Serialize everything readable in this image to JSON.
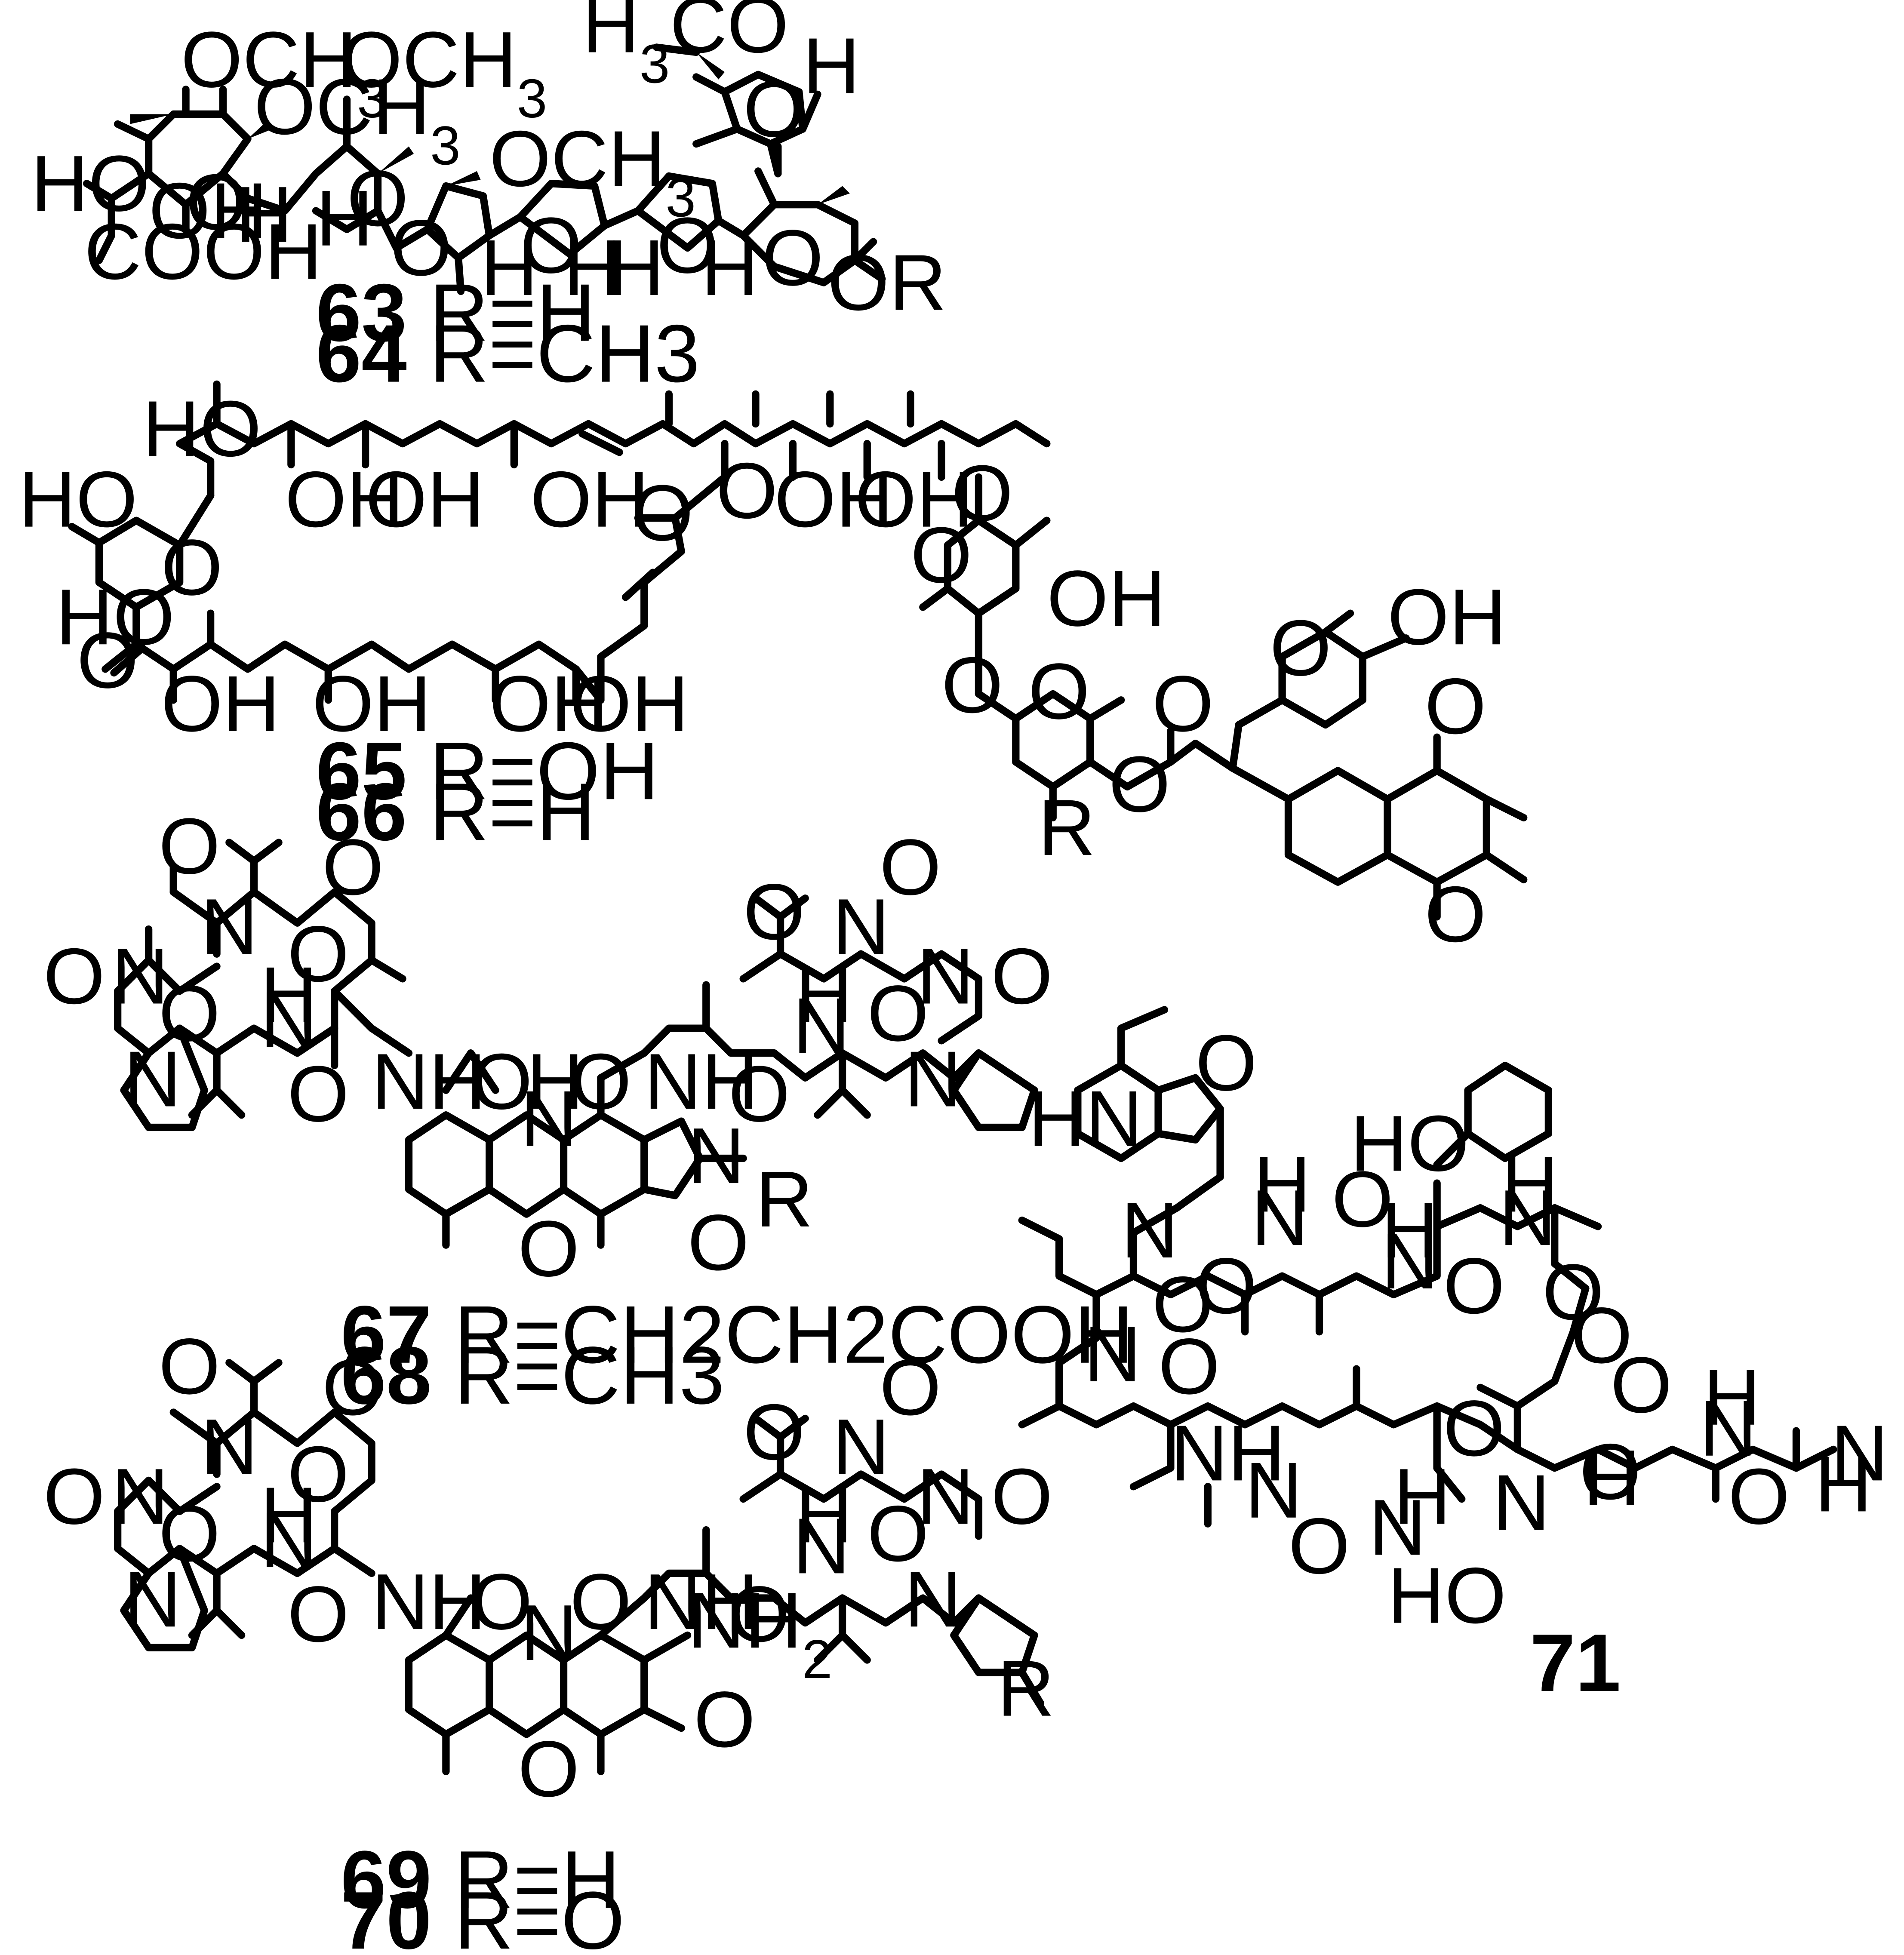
{
  "compounds": {
    "c63_64": {
      "captions": [
        {
          "num": "63",
          "text": " R=H"
        },
        {
          "num": "64",
          "text": " R=CH3"
        }
      ],
      "labels": [
        "H3CO",
        "OCH3",
        "OCH3",
        "OCH3",
        "OCH3",
        "HO",
        "OH",
        "O",
        "COOH",
        "H",
        "H",
        "O",
        "O",
        "O",
        "O",
        "O",
        "H",
        "H",
        "H",
        "H",
        "H",
        "O",
        "OR"
      ]
    },
    "c65_66": {
      "captions": [
        {
          "num": "65",
          "text": " R=OH"
        },
        {
          "num": "66",
          "text": " R=H"
        }
      ],
      "labels": [
        "HO",
        "OH",
        "OH",
        "OH",
        "HO",
        "OH",
        "O",
        "O",
        "O",
        "OH",
        "OH",
        "HO",
        "O",
        "OH",
        "OH",
        "OH",
        "OH",
        "O",
        "O",
        "OH",
        "O",
        "O",
        "O",
        "O",
        "OH",
        "R",
        "O",
        "O"
      ]
    },
    "c67_68": {
      "captions": [
        {
          "num": "67",
          "text": " R=CH2CH2COOH"
        },
        {
          "num": "68",
          "text": " R=CH3"
        }
      ],
      "labels": [
        "O",
        "O",
        "N",
        "O",
        "N",
        "O",
        "O",
        "N",
        "N",
        "H",
        "O",
        "NH",
        "O",
        "H",
        "N",
        "O",
        "NH",
        "N",
        "R",
        "O",
        "O",
        "O",
        "N",
        "O",
        "N",
        "O",
        "N",
        "H",
        "O",
        "O",
        "N"
      ]
    },
    "c69_70": {
      "captions": [
        {
          "num": "69",
          "text": " R=H"
        },
        {
          "num": "70",
          "text": " R=O"
        }
      ],
      "labels": [
        "O",
        "O",
        "N",
        "O",
        "N",
        "O",
        "O",
        "N",
        "N",
        "H",
        "O",
        "NH",
        "O",
        "N",
        "O",
        "NH2",
        "O",
        "O",
        "O",
        "NH",
        "O",
        "N",
        "O",
        "N",
        "O",
        "N",
        "H",
        "O",
        "O",
        "N",
        "R"
      ]
    },
    "c71": {
      "captions": [
        {
          "num": "71",
          "text": ""
        }
      ],
      "labels": [
        "O",
        "HN",
        "HO",
        "N",
        "H",
        "N",
        "O",
        "H",
        "N",
        "H",
        "N",
        "O",
        "O",
        "O",
        "N",
        "O",
        "O",
        "O",
        "N",
        "O",
        "NH",
        "N",
        "O",
        "H",
        "N",
        "O",
        "N",
        "H",
        "N",
        "O",
        "O",
        "N",
        "HO",
        "H",
        "N",
        "O"
      ]
    }
  }
}
